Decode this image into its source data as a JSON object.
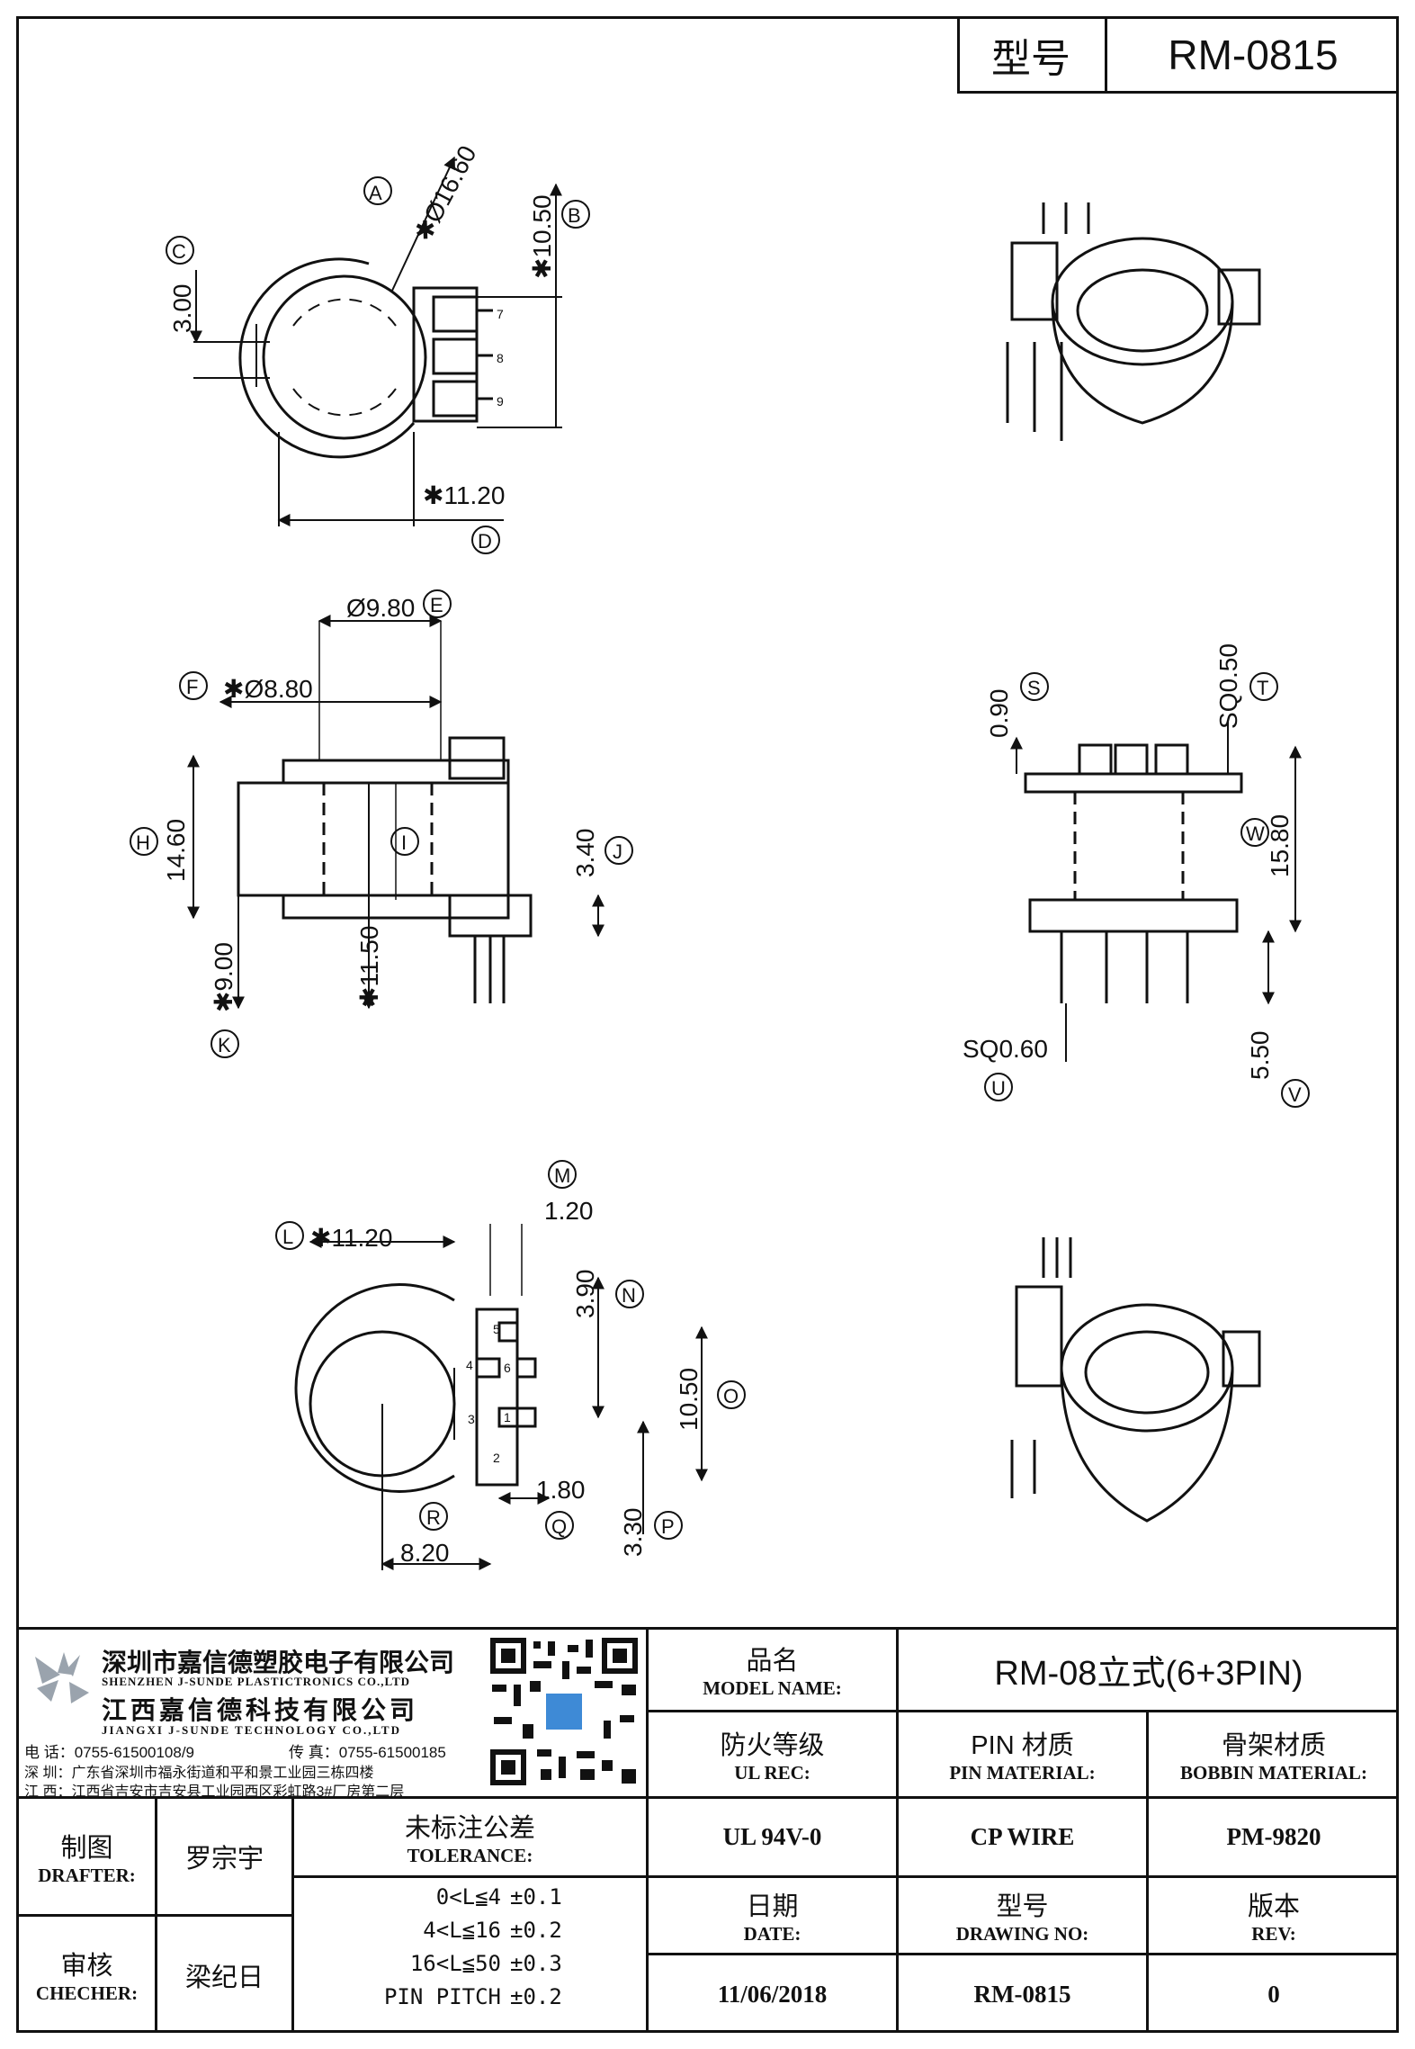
{
  "header": {
    "type_label": "型号",
    "type_value": "RM-0815"
  },
  "dims": {
    "A": "A",
    "A_val": "✱Ø16.60",
    "B": "B",
    "B_val": "✱10.50",
    "C": "C",
    "C_val": "3.00",
    "D": "D",
    "D_val": "✱11.20",
    "E": "E",
    "E_val": "Ø9.80",
    "F": "F",
    "F_val": "✱Ø8.80",
    "H": "H",
    "H_val": "14.60",
    "I": "I",
    "J": "J",
    "J_val": "3.40",
    "K": "K",
    "K_val": "✱9.00",
    "I_val": "✱11.50",
    "S": "S",
    "S_val": "0.90",
    "T": "T",
    "T_val": "SQ0.50",
    "W": "W",
    "W_val": "15.80",
    "U": "U",
    "U_val": "SQ0.60",
    "V": "V",
    "V_val": "5.50",
    "L": "L",
    "L_val": "✱11.20",
    "M": "M",
    "M_val": "1.20",
    "N": "N",
    "N_val": "3.90",
    "O": "O",
    "O_val": "10.50",
    "Q": "Q",
    "Q_val": "1.80",
    "P": "P",
    "P_val": "3.30",
    "R": "R",
    "R_val": "8.20",
    "pins_top": [
      "7",
      "8",
      "9"
    ],
    "pins_bottom": [
      "5",
      "4",
      "6",
      "3",
      "1",
      "2"
    ]
  },
  "company": {
    "name_cn1": "深圳市嘉信德塑胶电子有限公司",
    "name_en1": "SHENZHEN J-SUNDE PLASTICTRONICS CO.,LTD",
    "name_cn2": "江西嘉信德科技有限公司",
    "name_en2": "JIANGXI J-SUNDE TECHNOLOGY CO.,LTD",
    "phone": "电 话：0755-61500108/9",
    "fax": "传 真：0755-61500185",
    "addr_sz": "深 圳：广东省深圳市福永街道和平和景工业园三栋四楼",
    "addr_jx": "江 西：江西省吉安市吉安县工业园西区彩虹路3#厂房第二层"
  },
  "title_block": {
    "model_name_cn": "品名",
    "model_name_en": "MODEL NAME:",
    "model_name_value": "RM-08立式(6+3PIN)",
    "ul_rec_cn": "防火等级",
    "ul_rec_en": "UL REC:",
    "pin_material_cn": "PIN 材质",
    "pin_material_en": "PIN MATERIAL:",
    "bobbin_material_cn": "骨架材质",
    "bobbin_material_en": "BOBBIN MATERIAL:",
    "ul_rec_value": "UL 94V-0",
    "pin_material_value": "CP WIRE",
    "bobbin_material_value": "PM-9820",
    "date_cn": "日期",
    "date_en": "DATE:",
    "drawing_no_cn": "型号",
    "drawing_no_en": "DRAWING NO:",
    "rev_cn": "版本",
    "rev_en": "REV:",
    "date_value": "11/06/2018",
    "drawing_no_value": "RM-0815",
    "rev_value": "0",
    "drafter_cn": "制图",
    "drafter_en": "DRAFTER:",
    "drafter_value": "罗宗宇",
    "checker_cn": "审核",
    "checker_en": "CHECHER:",
    "checker_value": "梁纪日",
    "tolerance_cn": "未标注公差",
    "tolerance_en": "TOLERANCE:",
    "tolerance_rows": [
      {
        "range": "0<L≦4",
        "tol": "±0.1"
      },
      {
        "range": "4<L≦16",
        "tol": "±0.2"
      },
      {
        "range": "16<L≦50",
        "tol": "±0.3"
      },
      {
        "range": "PIN PITCH",
        "tol": "±0.2"
      }
    ]
  }
}
